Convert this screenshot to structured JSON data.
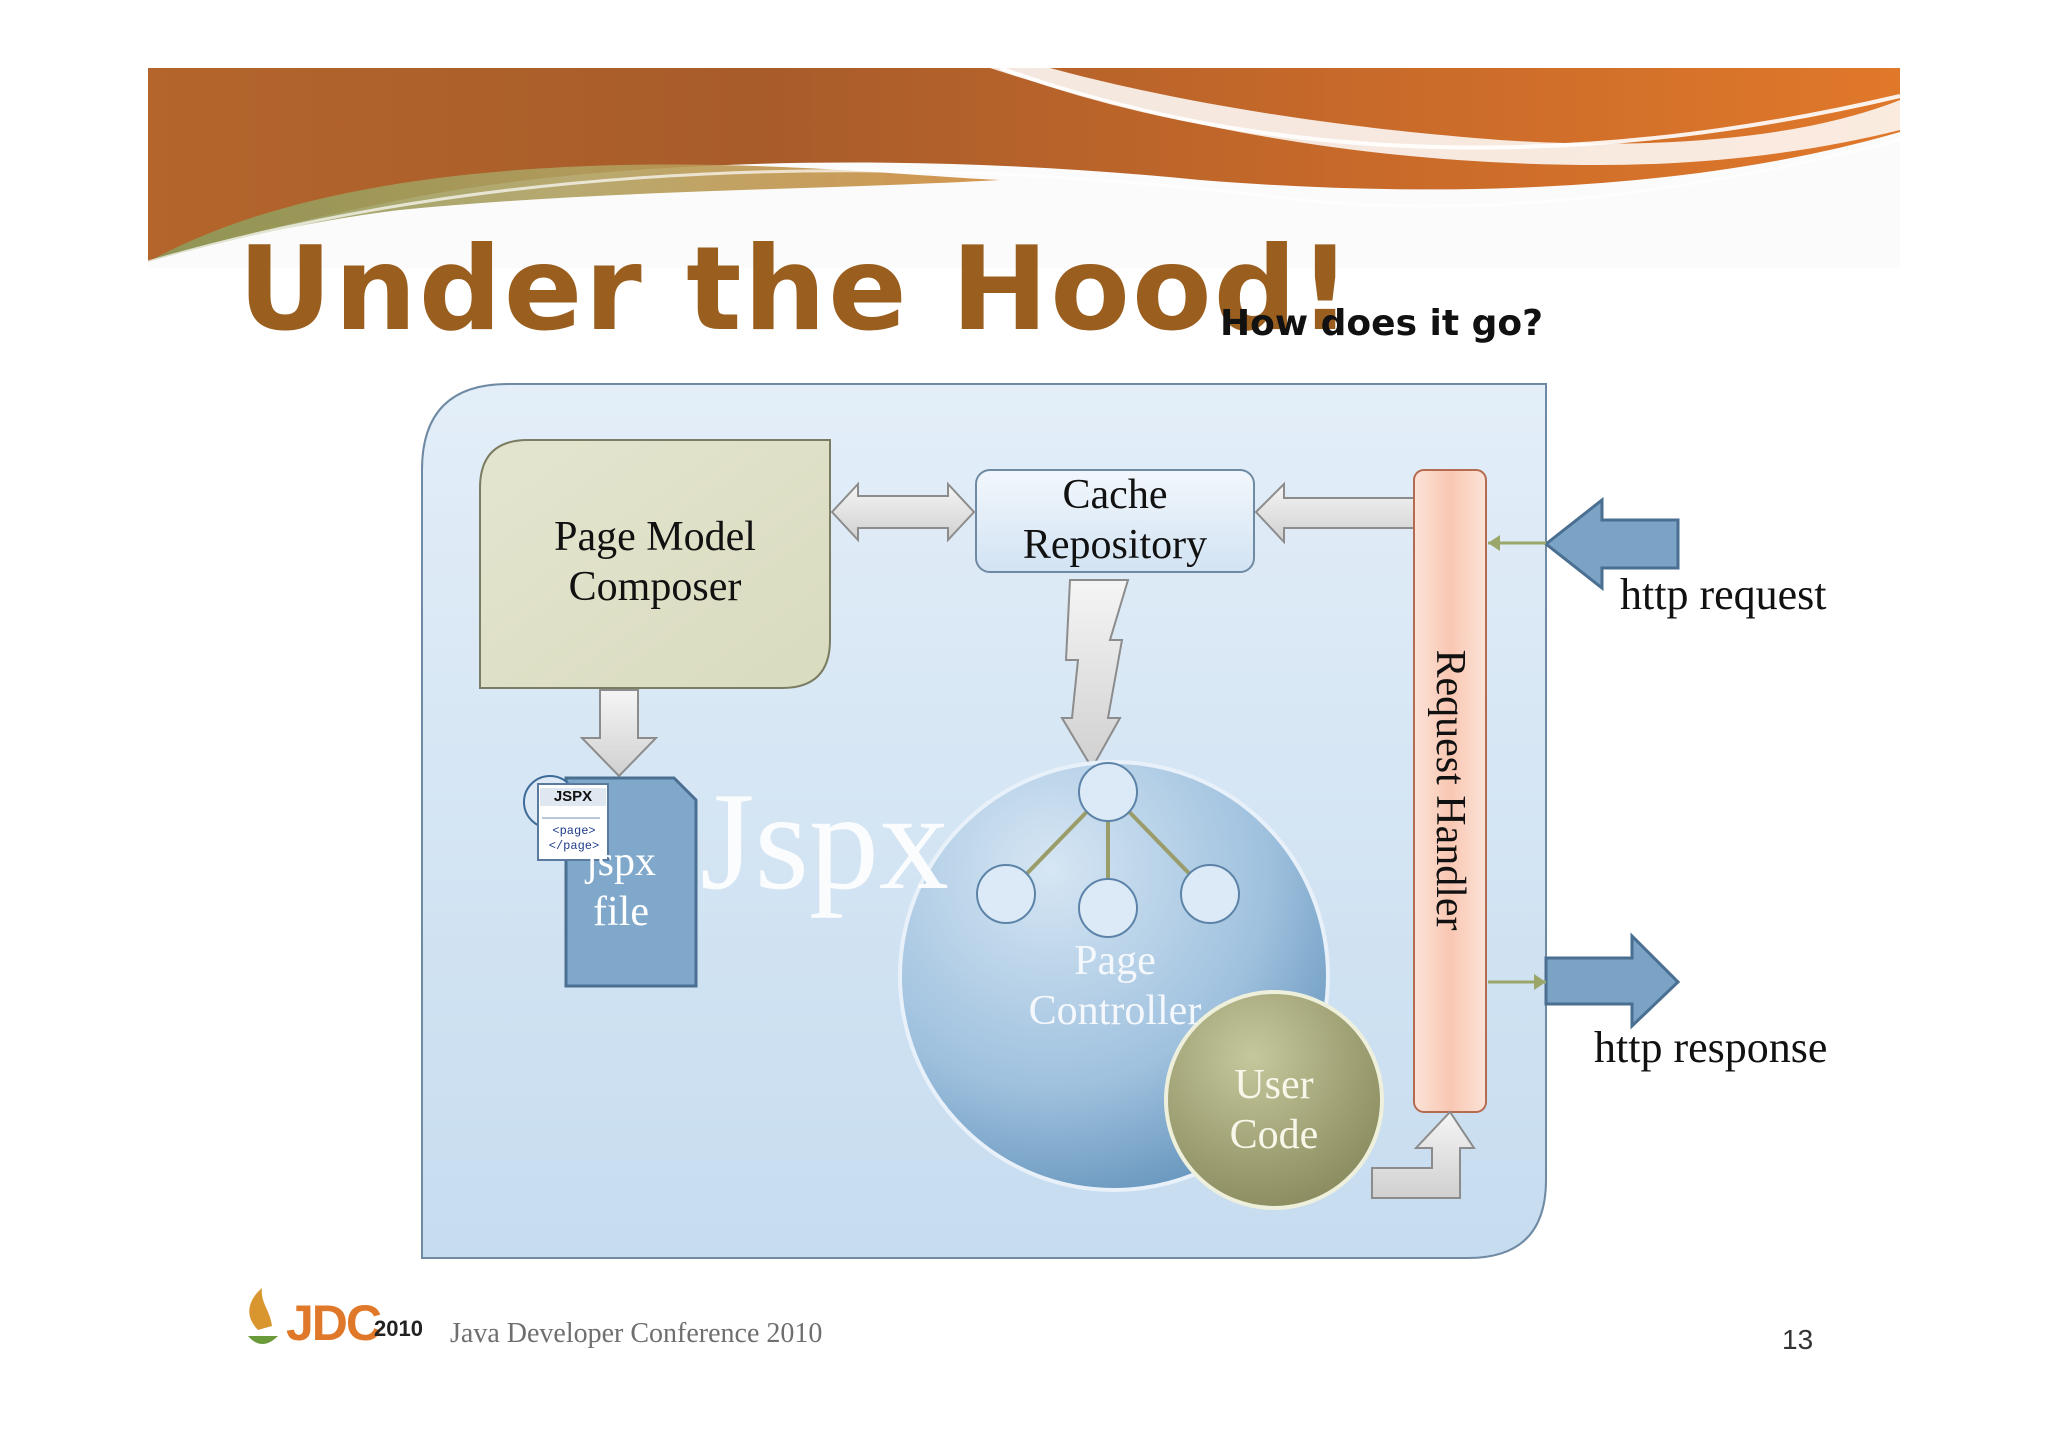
{
  "slide": {
    "title": "Under the Hood!",
    "subtitle": "How does it go?",
    "page_number": "13"
  },
  "diagram": {
    "page_model_composer": "Page Model\nComposer",
    "cache_repository": "Cache\nRepository",
    "request_handler": "Request Handler",
    "jspx_watermark": "Jspx",
    "jspx_file": "jspx\nfile",
    "jspx_icon_text": "JSPX",
    "jspx_icon_tags": "<page>\n</page>",
    "page_controller": "Page\nController",
    "user_code": "User\nCode",
    "http_request": "http request",
    "http_response": "http response"
  },
  "footer": {
    "logo_text": "JDC",
    "logo_year": "2010",
    "conference": "Java Developer Conference 2010"
  },
  "colors": {
    "title": "#9a5f1f",
    "banner_orange": "#e0782a",
    "banner_green": "#8a9a5a",
    "arrow_blue": "#7aa3c6",
    "handler_fill": "#f9c7b2",
    "composer_fill": "#e3e4cf",
    "user_code_fill": "#9a9c6a"
  }
}
